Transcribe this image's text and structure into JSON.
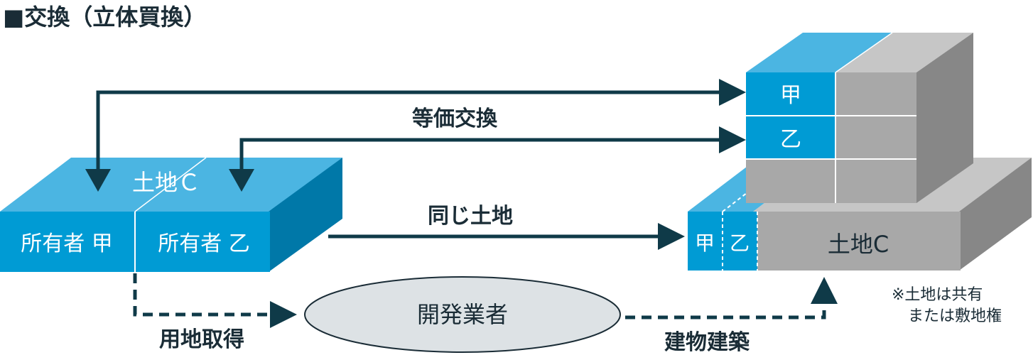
{
  "title": "■交換（立体買換）",
  "land_block": {
    "top_label": "土地Ｃ",
    "owner_a": "所有者 甲",
    "owner_b": "所有者 乙"
  },
  "building": {
    "unit_a": "甲",
    "unit_b": "乙"
  },
  "land_after": {
    "label_a": "甲",
    "label_b": "乙",
    "label_land": "土地C"
  },
  "arrows": {
    "equal_exchange": "等価交換",
    "same_land": "同じ土地",
    "land_acquisition": "用地取得",
    "building_construction": "建物建築"
  },
  "developer": "開発業者",
  "note_line1": "※土地は共有",
  "note_line2": "または敷地権",
  "colors": {
    "blue_front": "#009bd4",
    "blue_top": "#4bb5e2",
    "blue_side": "#0078a8",
    "gray_front": "#a8a8a8",
    "gray_top": "#c6c6c6",
    "gray_side": "#878787",
    "arrow": "#0f3a48",
    "ellipse": "#dde2e5"
  }
}
